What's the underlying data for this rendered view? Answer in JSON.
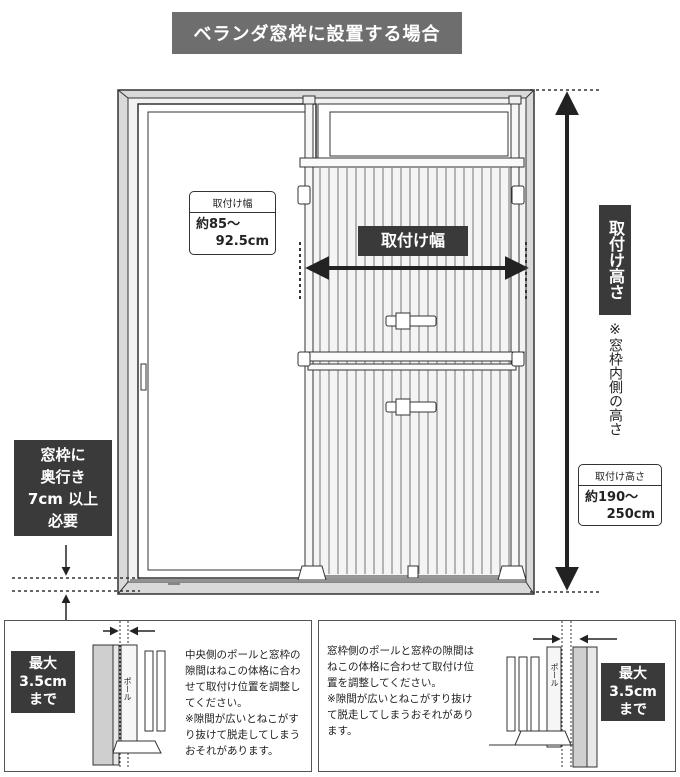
{
  "title": "ベランダ窓枠に設置する場合",
  "width_callout": {
    "header": "取付け幅",
    "value_line1": "約85～",
    "value_line2": "92.5cm"
  },
  "width_arrow_label": "取付け幅",
  "height_label": "取付け高さ",
  "height_note_mark": "※",
  "height_note_text": "窓枠内側の高さ",
  "height_callout": {
    "header": "取付け高さ",
    "value_line1": "約190～",
    "value_line2": "250cm"
  },
  "depth_label": [
    "窓枠に",
    "奥行き",
    "7cm 以上",
    "必要"
  ],
  "detail_left": {
    "badge": [
      "最大",
      "3.5cm",
      "まで"
    ],
    "pole_label": "ポール",
    "text": [
      "中央側のポールと窓枠の",
      "隙間はねこの体格に合わ",
      "せて取付け位置を調整し",
      "てください。",
      "※隙間が広いとねこがす",
      "り抜けて脱走してしまう",
      "おそれがあります。"
    ]
  },
  "detail_right": {
    "badge": [
      "最大",
      "3.5cm",
      "まで"
    ],
    "pole_label": "ポール",
    "text": [
      "窓枠側のポールと窓枠の隙間は",
      "ねこの体格に合わせて取付け位",
      "置を調整してください。",
      "※隙間が広いとねこがすり抜け",
      "て脱走してしまうおそれがあり",
      "ます。"
    ]
  }
}
